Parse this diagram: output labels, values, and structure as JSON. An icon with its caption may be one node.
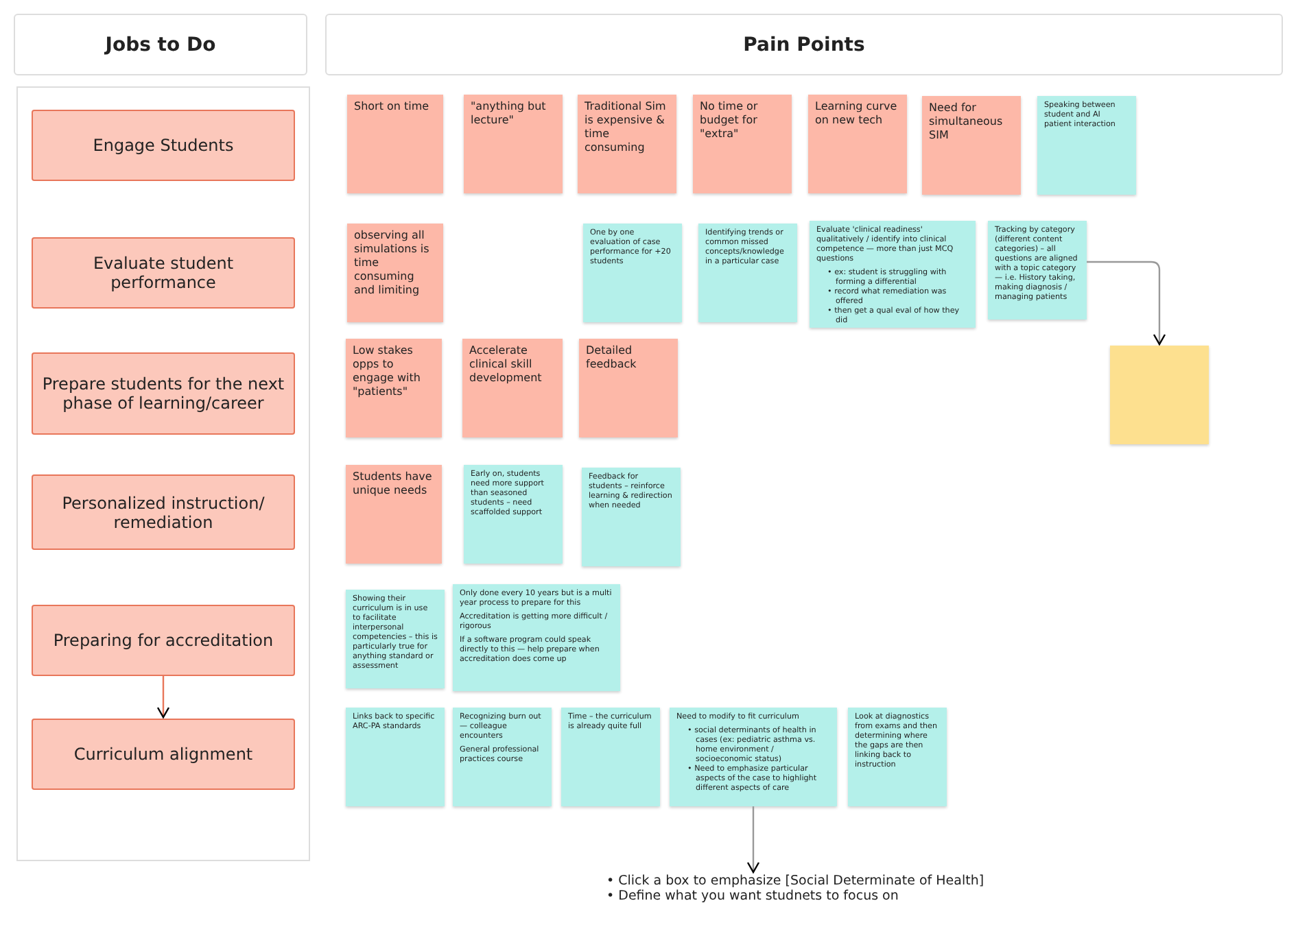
{
  "diagram": {
    "nodes": [
      {
        "text": [
          "Jobs to Do"
        ]
      },
      {
        "text": [
          "Pain Points"
        ]
      },
      {
        "text": [],
        "shape": "box"
      },
      {
        "text": [
          "Engage Students"
        ],
        "in": 2
      },
      {
        "text": [
          "Evaluate student performance"
        ],
        "in": 2
      },
      {
        "text": [
          "Prepare students for the next phase of learning/career"
        ],
        "in": 2
      },
      {
        "text": [
          "Personalized instruction/ remediation"
        ],
        "in": 2
      },
      {
        "text": [
          "Preparing for accreditation"
        ],
        "in": 2
      },
      {
        "text": [
          "Curriculum alignment"
        ],
        "in": 2
      },
      {
        "text": [
          "Short on time"
        ]
      },
      {
        "text": [
          "\"anything but lecture\""
        ]
      },
      {
        "text": [
          "Traditional Sim is expensive & time consuming"
        ]
      },
      {
        "text": [
          "No time or budget for \"extra\""
        ]
      },
      {
        "text": [
          "Learning curve on new tech"
        ]
      },
      {
        "text": [
          "Need for simultaneous SIM"
        ]
      },
      {
        "text": [
          "Speaking between student and AI patient interaction"
        ]
      },
      {
        "text": [
          "observing all simulations is time consuming and limiting"
        ]
      },
      {
        "text": [
          "One by one evaluation of case performance for +20 students"
        ]
      },
      {
        "text": [
          "Identifying trends or common missed concepts/knowledge in a particular case"
        ]
      },
      {
        "text": [
          "Evaluate 'clinical readiness' qualitatively / identify into clinical competence — more than just MCQ questions",
          "• ex: student is struggling with forming a differential",
          "• record what remediation was offered",
          "• then get a qual eval of how they did"
        ]
      },
      {
        "text": [
          "Tracking by category (different content categories) – all questions are aligned with a topic category — i.e. History taking, making diagnosis / managing patients"
        ]
      },
      {
        "text": [],
        "shape": "box"
      },
      {
        "text": [
          "Low stakes opps to engage with \"patients\""
        ]
      },
      {
        "text": [
          "Accelerate clinical skill development"
        ]
      },
      {
        "text": [
          "Detailed feedback"
        ]
      },
      {
        "text": [
          "Students have unique needs"
        ]
      },
      {
        "text": [
          "Early on, students need more support than seasoned students – need scaffolded support"
        ]
      },
      {
        "text": [
          "Feedback for students – reinforce learning & redirection when needed"
        ]
      },
      {
        "text": [
          "Showing their curriculum is in use to facilitate interpersonal competencies – this is particularly true for anything standard or assessment"
        ]
      },
      {
        "text": [
          "Only done every 10 years but is a multi year process to prepare for this",
          "Accreditation is getting more difficult / rigorous",
          "If a software program could speak directly to this — help prepare when accreditation does come up"
        ]
      },
      {
        "text": [
          "Links back to specific ARC-PA standards"
        ]
      },
      {
        "text": [
          "Recognizing burn out — colleague encounters",
          "General professional practices course"
        ]
      },
      {
        "text": [
          "Time – the curriculum is already quite full"
        ]
      },
      {
        "text": [
          "Need to modify to fit curriculum",
          "• social determinants of health in cases (ex: pediatric asthma vs. home environment / socioeconomic status)",
          "• Need to emphasize particular aspects of the case to highlight different aspects of care"
        ]
      },
      {
        "text": [
          "Look at diagnostics from exams and then determining where the gaps are then linking back to instruction"
        ]
      },
      {
        "text": [
          "• Click a box to emphasize [Social Determinate of Health]",
          "• Define what you want studnets to focus on"
        ]
      }
    ],
    "edges": [
      {
        "from": 7,
        "to": 8,
        "arrow": "to",
        "color": "#e8765a"
      },
      {
        "from": 20,
        "to": 21,
        "arrow": "to"
      },
      {
        "from": 33,
        "to": 35,
        "arrow": "to"
      }
    ]
  }
}
